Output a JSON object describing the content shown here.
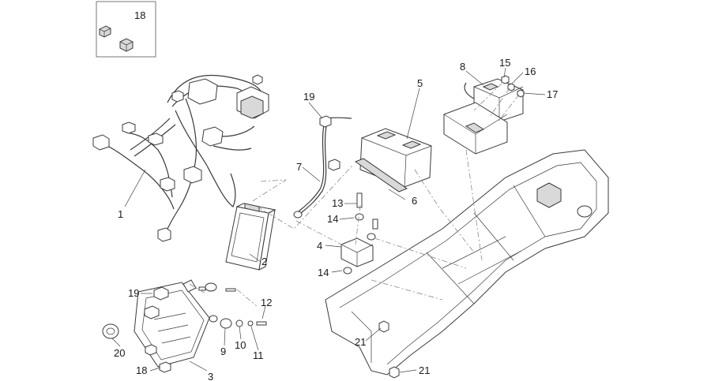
{
  "diagram": {
    "callouts": [
      {
        "id": "c1",
        "text": "1"
      },
      {
        "id": "c2",
        "text": "2"
      },
      {
        "id": "c3",
        "text": "3"
      },
      {
        "id": "c4",
        "text": "4"
      },
      {
        "id": "c5",
        "text": "5"
      },
      {
        "id": "c6",
        "text": "6"
      },
      {
        "id": "c7",
        "text": "7"
      },
      {
        "id": "c8",
        "text": "8"
      },
      {
        "id": "c9",
        "text": "9"
      },
      {
        "id": "c10",
        "text": "10"
      },
      {
        "id": "c11",
        "text": "11"
      },
      {
        "id": "c12",
        "text": "12"
      },
      {
        "id": "c13",
        "text": "13"
      },
      {
        "id": "c14a",
        "text": "14"
      },
      {
        "id": "c14b",
        "text": "14"
      },
      {
        "id": "c15",
        "text": "15"
      },
      {
        "id": "c16",
        "text": "16"
      },
      {
        "id": "c17",
        "text": "17"
      },
      {
        "id": "c18a",
        "text": "18"
      },
      {
        "id": "c18b",
        "text": "18"
      },
      {
        "id": "c19a",
        "text": "19"
      },
      {
        "id": "c19b",
        "text": "19"
      },
      {
        "id": "c20",
        "text": "20"
      },
      {
        "id": "c21a",
        "text": "21"
      },
      {
        "id": "c21b",
        "text": "21"
      }
    ]
  }
}
